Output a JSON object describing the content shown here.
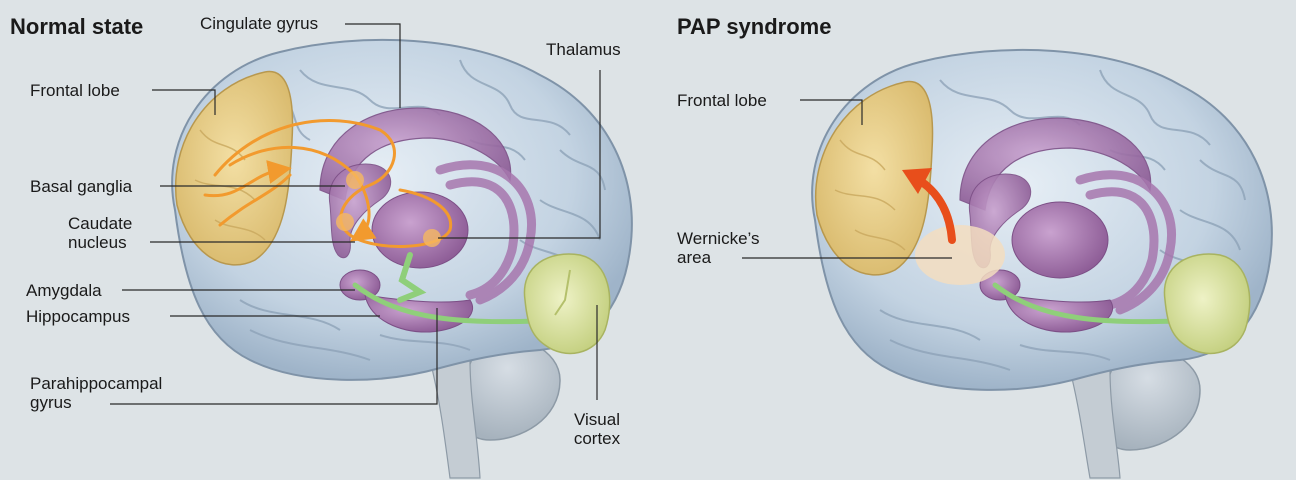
{
  "panels": {
    "normal": {
      "title": "Normal state",
      "labels": {
        "cingulate_gyrus": "Cingulate gyrus",
        "thalamus": "Thalamus",
        "frontal_lobe": "Frontal lobe",
        "basal_ganglia": "Basal ganglia",
        "caudate_nucleus": "Caudate\nnucleus",
        "amygdala": "Amygdala",
        "hippocampus": "Hippocampus",
        "parahippocampal_gyrus": "Parahippocampal\ngyrus",
        "visual_cortex": "Visual\ncortex"
      }
    },
    "pap": {
      "title": "PAP syndrome",
      "labels": {
        "frontal_lobe": "Frontal lobe",
        "wernickes_area": "Wernicke’s\narea"
      }
    }
  },
  "colors": {
    "background": "#dde3e6",
    "brain": "#b9cbdd",
    "frontal_lobe": "#e8cf8e",
    "limbic": "#a87aae",
    "visual_cortex": "#dfe6a6",
    "pathway_normal": "#f29a2e",
    "pathway_pap": "#e84e1b",
    "fiber": "#8fcf7a"
  }
}
